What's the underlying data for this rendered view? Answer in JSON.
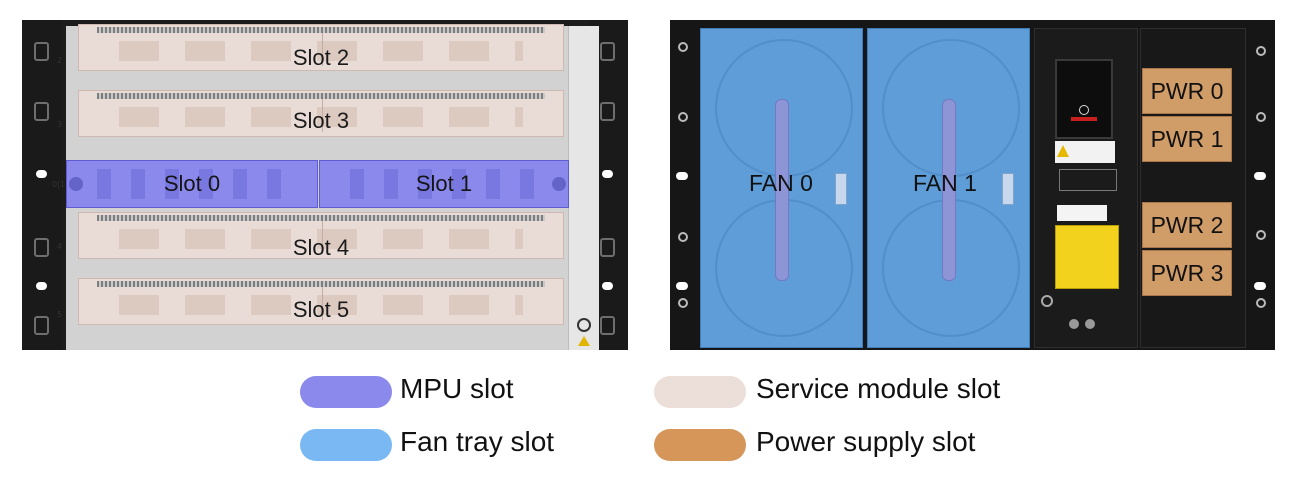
{
  "front_panel": {
    "row_numbers": [
      "2",
      "3",
      "0|1",
      "4",
      "5"
    ],
    "slots": {
      "slot2": "Slot 2",
      "slot3": "Slot 3",
      "slot0": "Slot 0",
      "slot1": "Slot 1",
      "slot4": "Slot 4",
      "slot5": "Slot 5"
    }
  },
  "rear_panel": {
    "fans": {
      "fan0": "FAN 0",
      "fan1": "FAN 1"
    },
    "power": {
      "pwr0": "PWR 0",
      "pwr1": "PWR 1",
      "pwr2": "PWR 2",
      "pwr3": "PWR 3"
    }
  },
  "legend": [
    {
      "label": "MPU slot",
      "color": "#8b8aec"
    },
    {
      "label": "Service module slot",
      "color": "#ecdfd9"
    },
    {
      "label": "Fan tray slot",
      "color": "#79b8f2"
    },
    {
      "label": "Power supply slot",
      "color": "#d6965a"
    }
  ]
}
